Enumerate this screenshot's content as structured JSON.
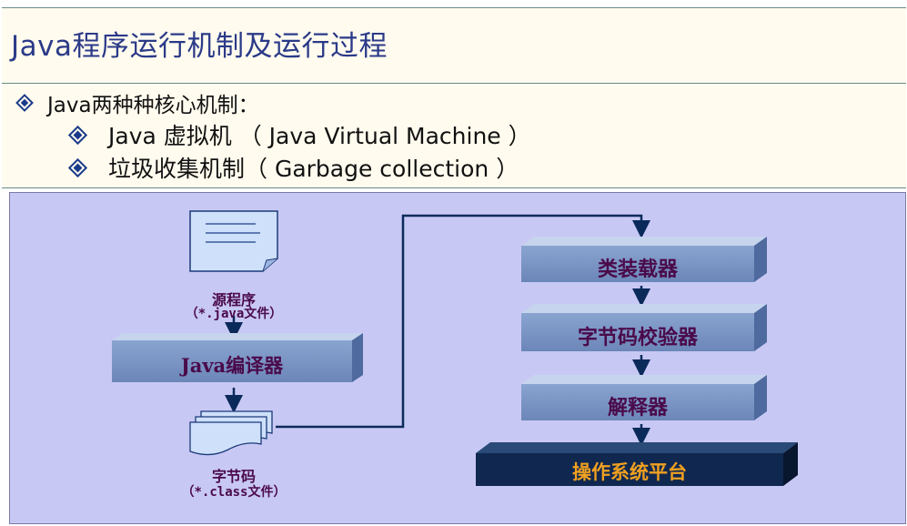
{
  "slide": {
    "title": "Java程序运行机制及运行过程",
    "bullets": {
      "main": "Java两种种核心机制：",
      "sub1": "Java 虚拟机 （ Java Virtual Machine ）",
      "sub2": "垃圾收集机制（ Garbage collection ）"
    }
  },
  "diagram": {
    "source_label": "源程序",
    "source_sub": "（*.java文件）",
    "compiler_label": "Java编译器",
    "bytecode_label": "字节码",
    "bytecode_sub": "（*.class文件）",
    "class_loader_label": "类装载器",
    "verifier_label": "字节码校验器",
    "interpreter_label": "解释器",
    "os_label": "操作系统平台"
  },
  "colors": {
    "title_text": "#2b3a88",
    "panel_bg": "#c8c8f4",
    "box_fill": "#7b97c4",
    "os_fill": "#102850",
    "os_text": "#f0a020",
    "arrow": "#0a2a5a"
  }
}
